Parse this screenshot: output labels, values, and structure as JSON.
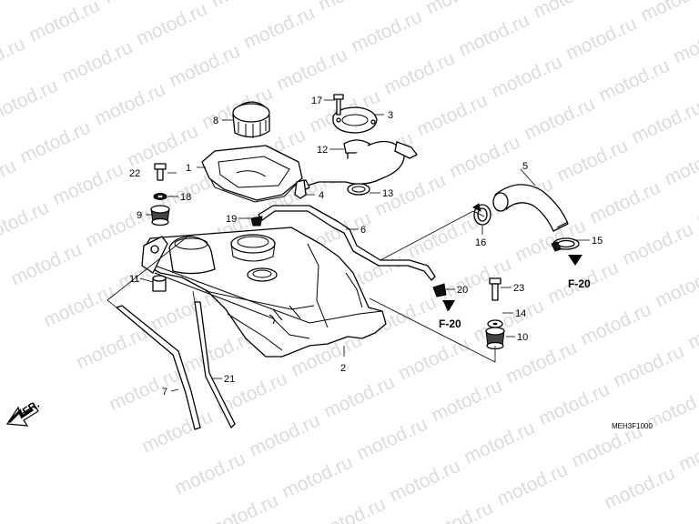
{
  "watermark": "motod.ru",
  "diagram_code": "MEH3F1000",
  "front_label": "FR.",
  "ref_labels": [
    "F-20",
    "F-20"
  ],
  "callouts": {
    "c1": "1",
    "c2": "2",
    "c3": "3",
    "c4": "4",
    "c5": "5",
    "c6": "6",
    "c7": "7",
    "c8": "8",
    "c9": "9",
    "c10": "10",
    "c11": "11",
    "c12": "12",
    "c13": "13",
    "c14": "14",
    "c15": "15",
    "c16": "16",
    "c17": "17",
    "c18": "18",
    "c19": "19",
    "c20": "20",
    "c21": "21",
    "c22": "22",
    "c23": "23"
  }
}
